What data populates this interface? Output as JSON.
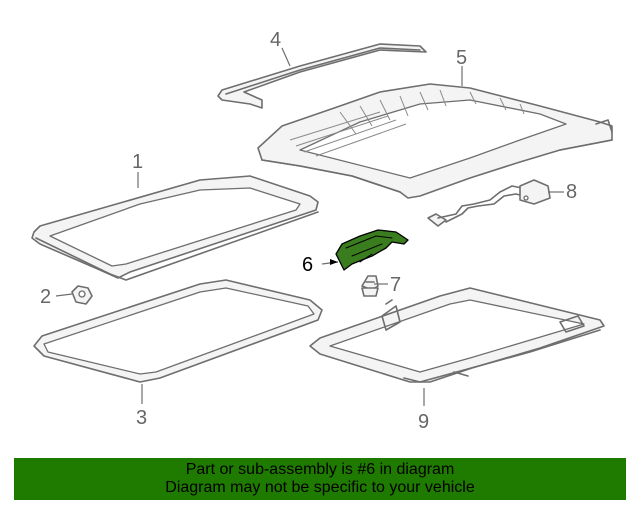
{
  "callouts": {
    "c1": "1",
    "c2": "2",
    "c3": "3",
    "c4": "4",
    "c5": "5",
    "c6": "6",
    "c7": "7",
    "c8": "8",
    "c9": "9"
  },
  "highlighted_part": "6",
  "colors": {
    "banner_background": "#1f7a00",
    "highlighted_part": "#3a7d1e",
    "line_art": "#6e6e6e"
  },
  "banner": {
    "line1": "Part or sub-assembly is #6 in diagram",
    "line2": "Diagram may not be specific to your vehicle"
  }
}
